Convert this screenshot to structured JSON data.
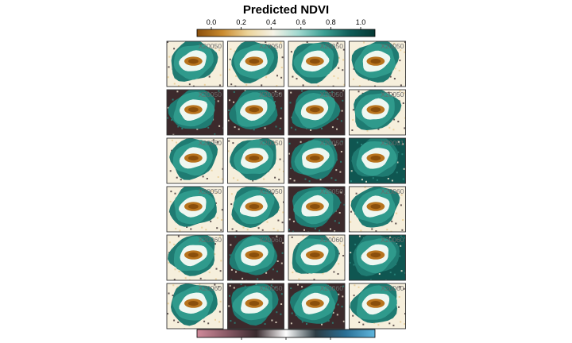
{
  "chart_data": {
    "type": "heatmap",
    "title": "Predicted NDVI",
    "colorbar": {
      "min": 0.0,
      "max": 1.0,
      "ticks": [
        "0.0",
        "0.2",
        "0.4",
        "0.6",
        "0.8",
        "1.0"
      ],
      "stops": [
        "#8a4f0c",
        "#c98a2e",
        "#ecd49a",
        "#f5f2e6",
        "#9fd8cf",
        "#3a9f93",
        "#0f5d58",
        "#053834"
      ]
    },
    "lower_colorbar": {
      "stops": [
        "#d08a9a",
        "#8a5a66",
        "#3a2a2e",
        "#ffffff",
        "#2d3c44",
        "#2a6f94",
        "#5fb6de"
      ]
    },
    "grid": {
      "rows": 6,
      "cols": 4
    },
    "panels": [
      {
        "label": "X20050",
        "variant": "light"
      },
      {
        "label": "X20050",
        "variant": "light"
      },
      {
        "label": "X20050",
        "variant": "light"
      },
      {
        "label": "X20050",
        "variant": "light"
      },
      {
        "label": "X20050",
        "variant": "dark"
      },
      {
        "label": "X20050",
        "variant": "dark"
      },
      {
        "label": "X20050",
        "variant": "dark"
      },
      {
        "label": "X20050",
        "variant": "light"
      },
      {
        "label": "X20050",
        "variant": "light"
      },
      {
        "label": "X20050",
        "variant": "light"
      },
      {
        "label": "X20050",
        "variant": "dark"
      },
      {
        "label": "X20051",
        "variant": "teal"
      },
      {
        "label": "X20050",
        "variant": "light"
      },
      {
        "label": "X20050",
        "variant": "light"
      },
      {
        "label": "X20050",
        "variant": "dark"
      },
      {
        "label": "X20060",
        "variant": "light"
      },
      {
        "label": "X20060",
        "variant": "light"
      },
      {
        "label": "X20060",
        "variant": "dark"
      },
      {
        "label": "X20060",
        "variant": "light"
      },
      {
        "label": "X20060",
        "variant": "teal"
      },
      {
        "label": "X20060",
        "variant": "light"
      },
      {
        "label": "X20060",
        "variant": "dark"
      },
      {
        "label": "X20060",
        "variant": "dark"
      },
      {
        "label": "X20060",
        "variant": "light"
      }
    ],
    "background_colors": {
      "light": "#f6efdc",
      "dark": "#3c2a2c",
      "teal": "#0f5651"
    },
    "ring_color": "#2f9a8c",
    "ring_dark_color": "#1f7b72",
    "inner_color": "#eef7f1",
    "core_color": "#b8741e",
    "core_dark_color": "#8a4f0c"
  }
}
